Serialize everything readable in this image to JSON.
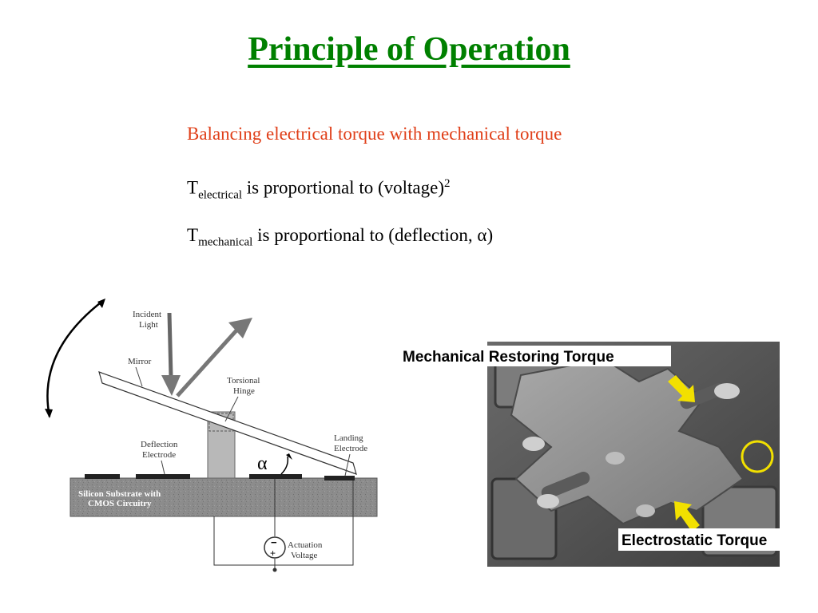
{
  "title": "Principle of Operation",
  "bullets": {
    "line1": "Balancing electrical torque with mechanical torque",
    "line2": {
      "symbol": "T",
      "subscript": "electrical",
      "text": "is proportional to (voltage)",
      "superscript": "2"
    },
    "line3": {
      "symbol": "T",
      "subscript": "mechanical",
      "text": "is proportional to (deflection, ",
      "alpha": "α",
      "close": ")"
    }
  },
  "diagram": {
    "incident_light": [
      "Incident",
      "Light"
    ],
    "mirror": "Mirror",
    "torsional_hinge": [
      "Torsional",
      "Hinge"
    ],
    "deflection_electrode": [
      "Deflection",
      "Electrode"
    ],
    "landing_electrode": [
      "Landing",
      "Electrode"
    ],
    "substrate": [
      "Silicon Substrate with",
      "CMOS Circuitry"
    ],
    "actuation_voltage": [
      "Actuation",
      "Voltage"
    ],
    "alpha": "α",
    "minus": "−",
    "plus": "+"
  },
  "photo": {
    "mechanical_label": "Mechanical Restoring Torque",
    "electrostatic_label": "Electrostatic Torque"
  }
}
